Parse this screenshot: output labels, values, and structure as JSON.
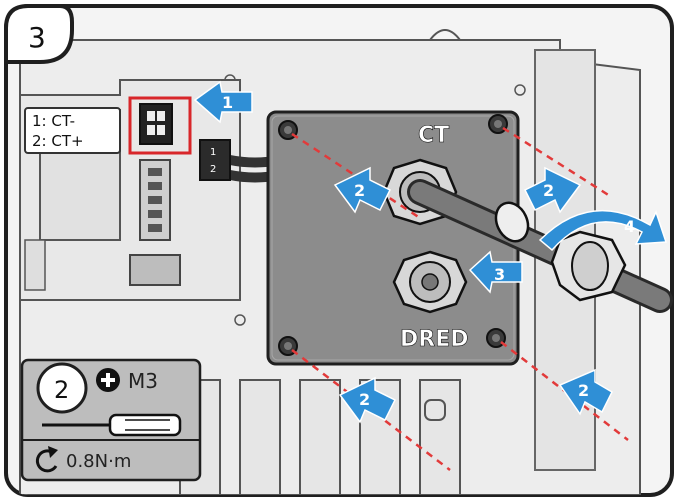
{
  "step": {
    "number": "3"
  },
  "ct_pin_labels": {
    "pin1": "1: CT-",
    "pin2": "2: CT+"
  },
  "connector_pins": {
    "pin1": "1",
    "pin2": "2"
  },
  "cover_plate": {
    "port_top_label": "CT",
    "port_bottom_label": "DRED"
  },
  "callouts": {
    "one": "1",
    "two": "2",
    "three": "3",
    "four": "4"
  },
  "tool_box": {
    "qty": "2",
    "screw_size": "M3",
    "torque": "0.8N·m",
    "icons": [
      "phillips-head-icon",
      "screwdriver-icon",
      "torque-rotation-icon"
    ]
  },
  "colors": {
    "arrow_blue": "#2f8fd6",
    "screw_line_red": "#e23a3a",
    "plate_gray": "#8c8c8c",
    "frame_black": "#1f1f1f",
    "highlight_red": "#d8262a"
  }
}
